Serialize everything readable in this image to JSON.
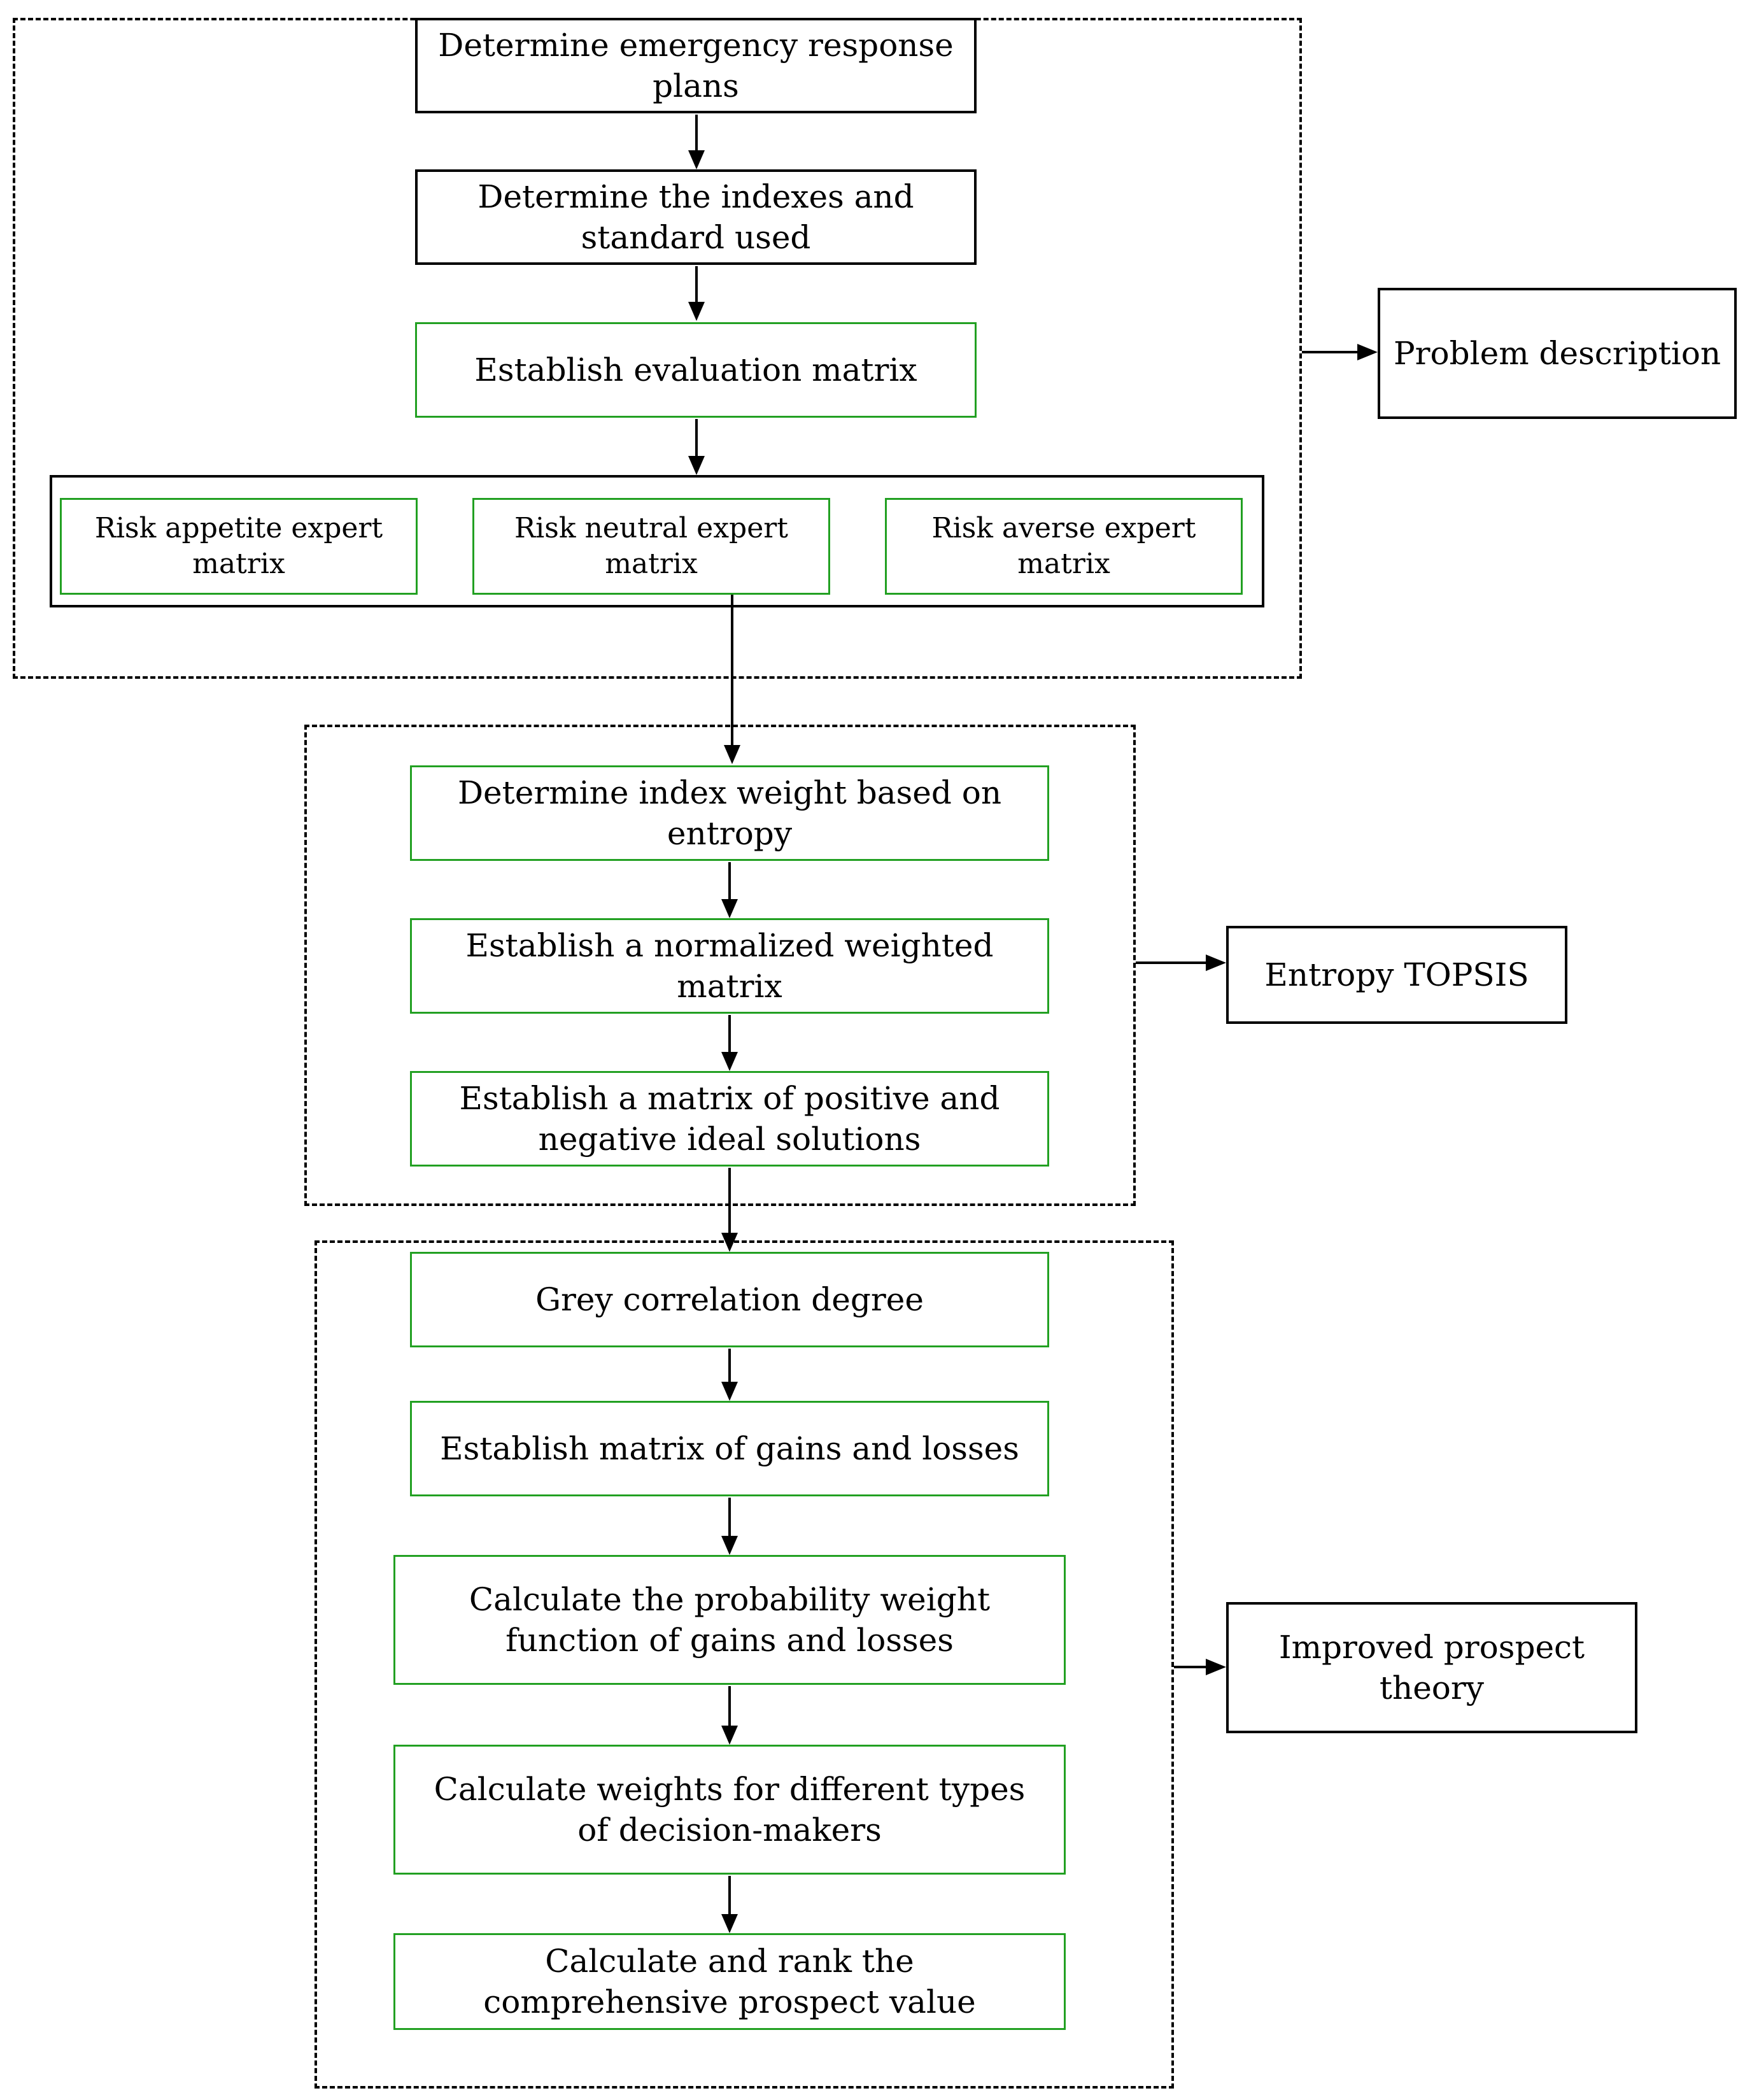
{
  "groups": {
    "problem": {
      "label": "Problem description",
      "steps": [
        "Determine emergency response plans",
        "Determine the indexes and standard used",
        "Establish evaluation matrix"
      ],
      "experts": [
        "Risk appetite expert matrix",
        "Risk neutral expert matrix",
        "Risk averse expert matrix"
      ]
    },
    "topsis": {
      "label": "Entropy TOPSIS",
      "steps": [
        "Determine index weight  based on entropy",
        "Establish a normalized weighted matrix",
        "Establish a matrix of positive and negative ideal solutions"
      ]
    },
    "prospect": {
      "label": "Improved prospect theory",
      "steps": [
        "Grey correlation degree",
        "Establish matrix of gains and losses",
        "Calculate the probability weight function of gains and losses",
        "Calculate weights for different types of decision-makers",
        "Calculate and rank the comprehensive prospect value"
      ]
    }
  },
  "colors": {
    "black_border": "#000000",
    "green_border": "#22a022",
    "background": "#ffffff"
  }
}
